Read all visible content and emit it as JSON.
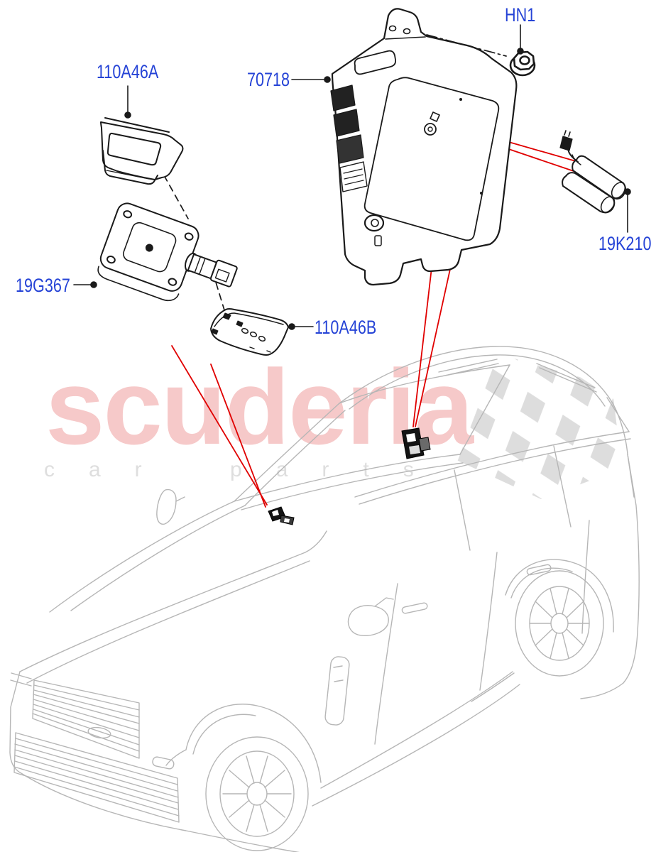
{
  "diagram": {
    "part_labels": {
      "upper_bracket": "110A46A",
      "control_module": "70718",
      "mounting_nut": "HN1",
      "rain_sensor": "19G367",
      "sensor_cover": "110A46B",
      "antenna": "19K210"
    },
    "watermark": {
      "primary": "scuderia",
      "secondary": "car parts"
    },
    "colors": {
      "label_text": "#2543d6",
      "red_locator_line": "#e00000",
      "part_line": "#1a1a1a",
      "vehicle_line": "#b6b6b6",
      "watermark_primary": "#f6c9c9",
      "watermark_secondary": "#dedede",
      "checker_fill": "#d7d7d7"
    }
  }
}
